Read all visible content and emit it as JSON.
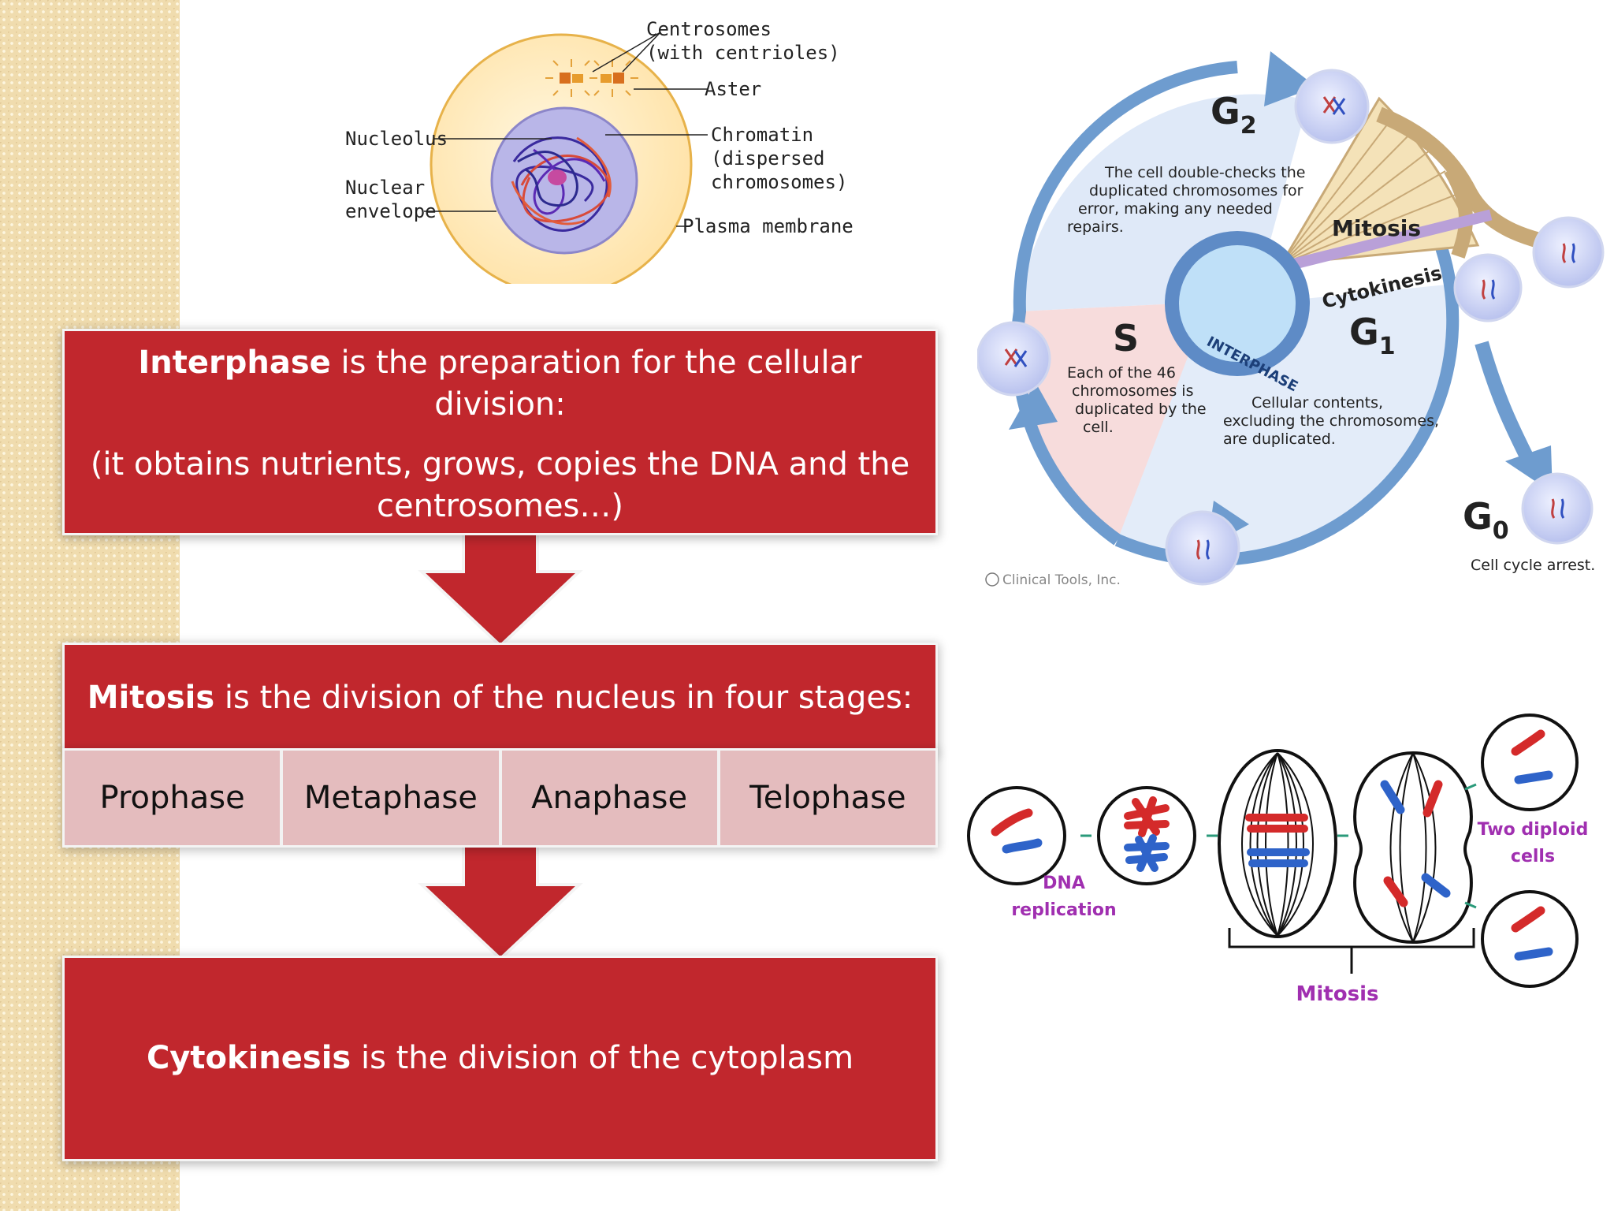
{
  "cell_diagram": {
    "centrosomes": "Centrosomes",
    "with_centrioles": "(with centrioles)",
    "aster": "Aster",
    "nucleolus": "Nucleolus",
    "nuclear_line1": "Nuclear",
    "nuclear_line2": "envelope",
    "chromatin_line1": "Chromatin",
    "chromatin_line2": "(dispersed",
    "chromatin_line3": "chromosomes)",
    "plasma_membrane": "Plasma membrane"
  },
  "interphase_box": {
    "term": "Interphase",
    "text_line1": " is the preparation for the cellular",
    "text_line2": "division:",
    "detail_line1": "(it obtains nutrients, grows, copies the DNA and the",
    "detail_line2": "centrosomes…)"
  },
  "mitosis_box": {
    "term": "Mitosis",
    "text": " is the division of the nucleus in four stages:",
    "stages": [
      "Prophase",
      "Metaphase",
      "Anaphase",
      "Telophase"
    ]
  },
  "cytokinesis_box": {
    "term": "Cytokinesis",
    "text": " is the division of the cytoplasm"
  },
  "cycle_diagram": {
    "g2": "G",
    "g2_sub": "2",
    "g2_line1": "The cell double-checks the",
    "g2_line2": "duplicated chromosomes for",
    "g2_line3": "error, making any needed",
    "g2_line4": "repairs.",
    "mitosis": "Mitosis",
    "cytokinesis": "Cytokinesis",
    "s": "S",
    "s_line1": "Each of the 46",
    "s_line2": "chromosomes is",
    "s_line3": "duplicated by the",
    "s_line4": "cell.",
    "interphase": "INTERPHASE",
    "g1": "G",
    "g1_sub": "1",
    "g1_line1": "Cellular contents,",
    "g1_line2": "excluding the chromosomes,",
    "g1_line3": "are duplicated.",
    "g0": "G",
    "g0_sub": "0",
    "g0_caption": "Cell cycle arrest.",
    "copyright": "Clinical Tools, Inc."
  },
  "mitosis_diagram": {
    "dna_line1": "DNA",
    "dna_line2": "replication",
    "mitosis": "Mitosis",
    "diploid_line1": "Two diploid",
    "diploid_line2": "cells"
  },
  "colors": {
    "box_red": "#c1272d",
    "stage_pink": "#e4bcbe",
    "strip_tan": "#f0dcae",
    "cycle_blue": "#6e9ccf",
    "label_purple": "#a02fb0"
  }
}
